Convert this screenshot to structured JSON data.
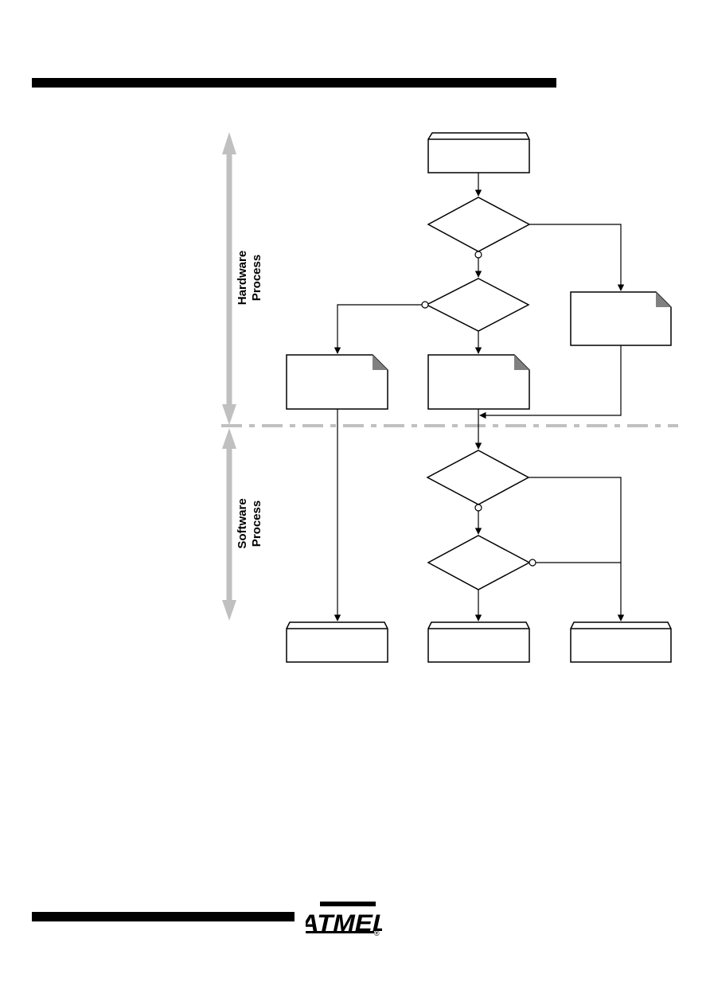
{
  "sections": [
    {
      "line1": "Hardware",
      "line2": "Process"
    },
    {
      "line1": "Software",
      "line2": "Process"
    }
  ],
  "logo": {
    "text": "ATMEL",
    "trademark": "®"
  },
  "colors": {
    "ink": "#000000",
    "divider": "#c0c0c0",
    "fold": "#808080"
  }
}
